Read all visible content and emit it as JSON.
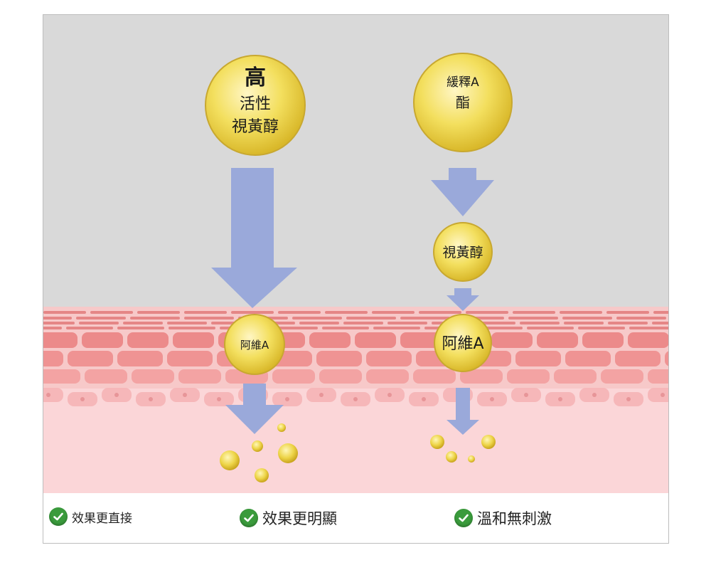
{
  "left_column": {
    "top_ball_lines": [
      "高",
      "活性",
      "視黃醇"
    ],
    "skin_ball_label": "阿維A"
  },
  "right_column": {
    "top_ball_lines": [
      "緩釋A",
      "酯"
    ],
    "middle_ball_label": "視黃醇",
    "skin_ball_label": "阿維A"
  },
  "benefits": [
    {
      "label": "效果更直接"
    },
    {
      "label": "效果更明顯"
    },
    {
      "label": "溫和無刺激"
    }
  ],
  "colors": {
    "background_gray": "#d9d9d9",
    "skin_outer": "#f7c9c9",
    "skin_cell": "#ee8f8f",
    "skin_deep": "#fbd6d8",
    "arrow": "#9aa9da",
    "ball_gold": "#f2dc55",
    "check_green": "#3a9b3c"
  }
}
